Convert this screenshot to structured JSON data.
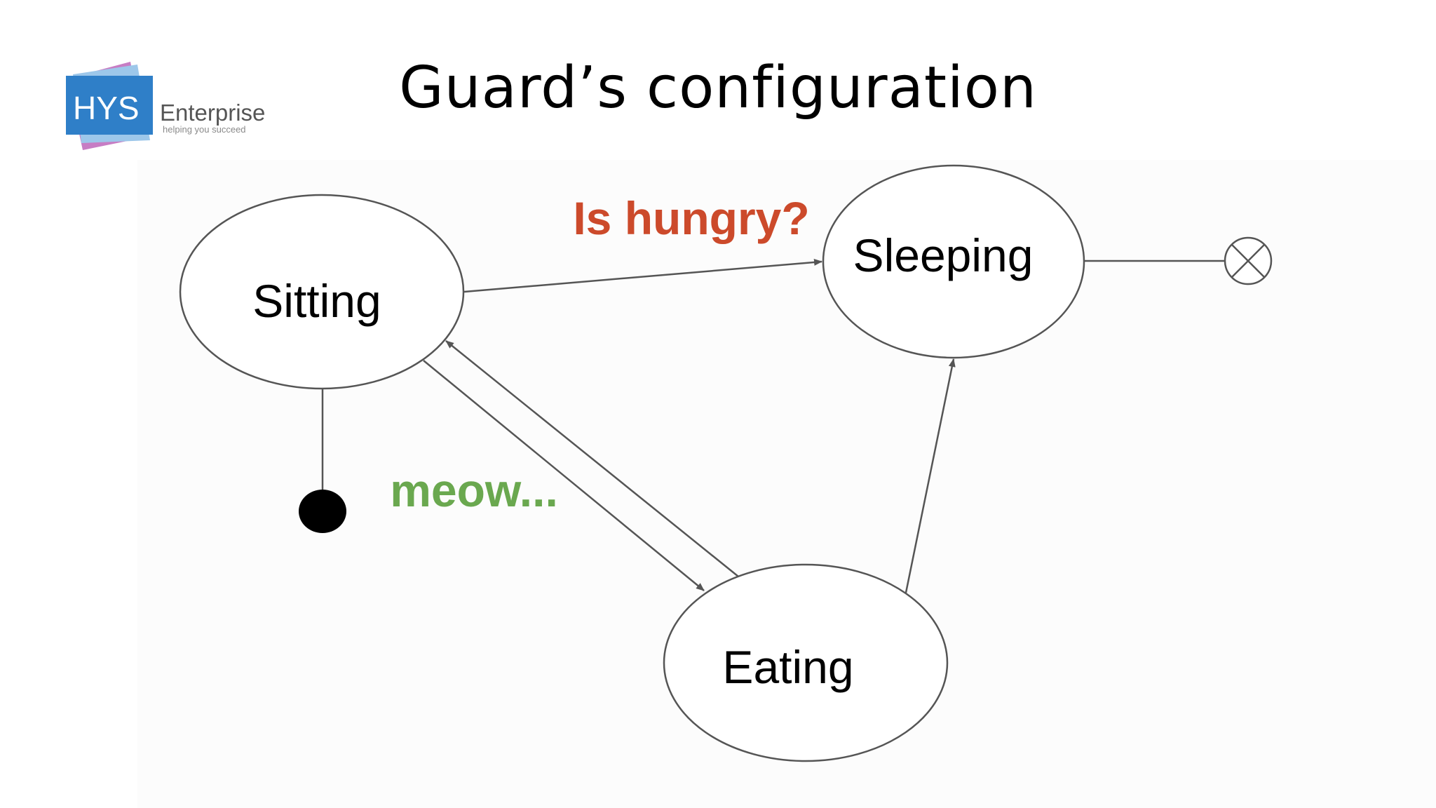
{
  "slide": {
    "title": "Guard’s configuration"
  },
  "logo": {
    "mark": "HYS",
    "name": "Enterprise",
    "tagline": "helping you succeed"
  },
  "diagram": {
    "states": {
      "sitting": "Sitting",
      "sleeping": "Sleeping",
      "eating": "Eating"
    },
    "guards": {
      "hungry": "Is hungry?",
      "meow": "meow..."
    }
  },
  "colors": {
    "guard_hungry": "#cc4a2b",
    "guard_meow": "#6aa84f",
    "logo_blue": "#2f7fc8",
    "logo_pink": "#c77dc4",
    "line": "#555555"
  }
}
